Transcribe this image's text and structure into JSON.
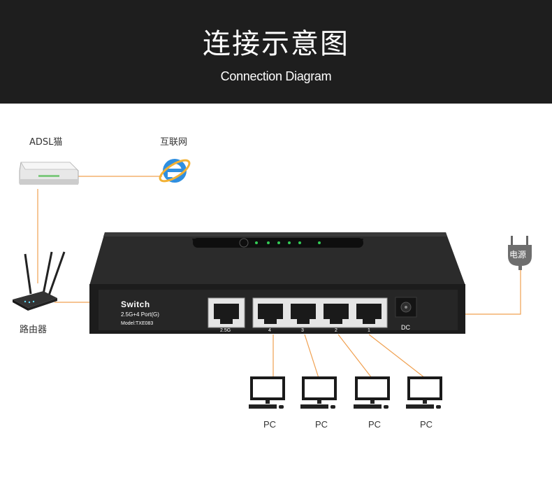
{
  "header": {
    "title": "连接示意图",
    "subtitle": "Connection Diagram"
  },
  "labels": {
    "modem": "ADSL猫",
    "internet": "互联网",
    "router": "路由器",
    "power": "电源"
  },
  "switch": {
    "name": "Switch",
    "spec": "2.5G+4 Port(G)",
    "model": "Model:TXE083",
    "ports": [
      "2.5G",
      "4",
      "3",
      "2",
      "1"
    ],
    "dc_label": "DC"
  },
  "pcs": [
    "PC",
    "PC",
    "PC",
    "PC"
  ],
  "colors": {
    "header_bg": "#1e1e1e",
    "cable": "#f0a050",
    "switch_body": "#2a2a2a",
    "led": "#33cc55"
  },
  "icons": [
    "modem-icon",
    "internet-explorer-icon",
    "router-icon",
    "power-plug-icon",
    "pc-icon"
  ]
}
